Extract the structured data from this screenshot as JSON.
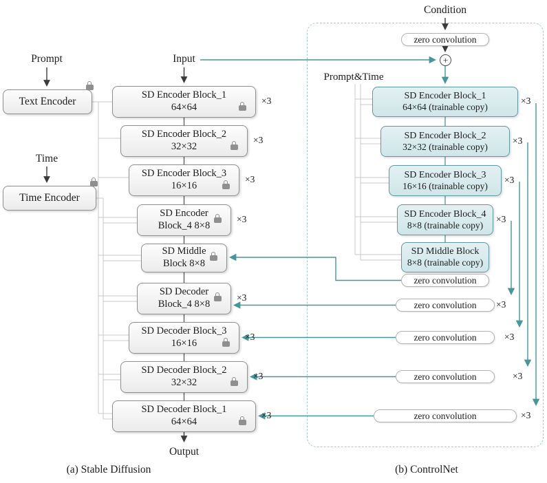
{
  "labels": {
    "prompt": "Prompt",
    "input": "Input",
    "time": "Time",
    "output": "Output",
    "condition": "Condition",
    "prompt_time": "Prompt&Time",
    "plus": "+"
  },
  "encoders": {
    "text": "Text Encoder",
    "time": "Time Encoder"
  },
  "sd": {
    "blocks": [
      {
        "line1": "SD Encoder Block_1",
        "line2": "64×64",
        "mult": "×3"
      },
      {
        "line1": "SD Encoder Block_2",
        "line2": "32×32",
        "mult": "×3"
      },
      {
        "line1": "SD Encoder Block_3",
        "line2": "16×16",
        "mult": "×3"
      },
      {
        "line1": "SD Encoder",
        "line2": "Block_4 8×8",
        "mult": "×3"
      },
      {
        "line1": "SD Middle",
        "line2": "Block 8×8",
        "mult": ""
      },
      {
        "line1": "SD Decoder",
        "line2": "Block_4 8×8",
        "mult": "×3"
      },
      {
        "line1": "SD Decoder Block_3",
        "line2": "16×16",
        "mult": "×3"
      },
      {
        "line1": "SD Decoder Block_2",
        "line2": "32×32",
        "mult": "×3"
      },
      {
        "line1": "SD Decoder Block_1",
        "line2": "64×64",
        "mult": "×3"
      }
    ]
  },
  "cn": {
    "zero_conv_top": "zero convolution",
    "blocks": [
      {
        "line1": "SD Encoder Block_1",
        "line2": "64×64 (trainable copy)",
        "mult": "×3"
      },
      {
        "line1": "SD Encoder Block_2",
        "line2": "32×32 (trainable copy)",
        "mult": "×3"
      },
      {
        "line1": "SD Encoder Block_3",
        "line2": "16×16 (trainable copy)",
        "mult": "×3"
      },
      {
        "line1": "SD Encoder Block_4",
        "line2": "8×8 (trainable copy)",
        "mult": "×3"
      },
      {
        "line1": "SD Middle Block",
        "line2": "8×8 (trainable copy)",
        "mult": ""
      }
    ],
    "zero_convs": [
      {
        "label": "zero convolution",
        "mult": ""
      },
      {
        "label": "zero convolution",
        "mult": "×3"
      },
      {
        "label": "zero convolution",
        "mult": "×3"
      },
      {
        "label": "zero convolution",
        "mult": "×3"
      },
      {
        "label": "zero convolution",
        "mult": "×3"
      }
    ]
  },
  "captions": {
    "a": "(a) Stable Diffusion",
    "b": "(b) ControlNet"
  },
  "colors": {
    "teal_line": "#48959a",
    "sd_block_fill": "#ebebeb",
    "cn_block_fill": "#cfe6e9",
    "cn_block_border": "#5f98a0",
    "pill_border": "#b3b3b3",
    "dashed_border": "#a3ccce",
    "gray_line": "#c9c9c9"
  }
}
